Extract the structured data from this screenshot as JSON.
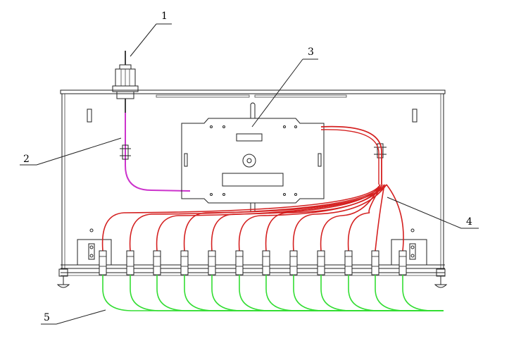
{
  "callouts": [
    {
      "id": "1",
      "label": "1"
    },
    {
      "id": "2",
      "label": "2"
    },
    {
      "id": "3",
      "label": "3"
    },
    {
      "id": "4",
      "label": "4"
    },
    {
      "id": "5",
      "label": "5"
    }
  ],
  "colors": {
    "feeder_cable": "#cc33cc",
    "pigtail_fibers": "#d42020",
    "patch_fibers": "#33dd33",
    "drawing_lines": "#222222"
  },
  "adapter_count": 12,
  "icons": [
    "cable-gland-icon",
    "splice-tray-icon",
    "cable-clamp-icon",
    "adapter-icon",
    "mounting-foot-icon"
  ]
}
